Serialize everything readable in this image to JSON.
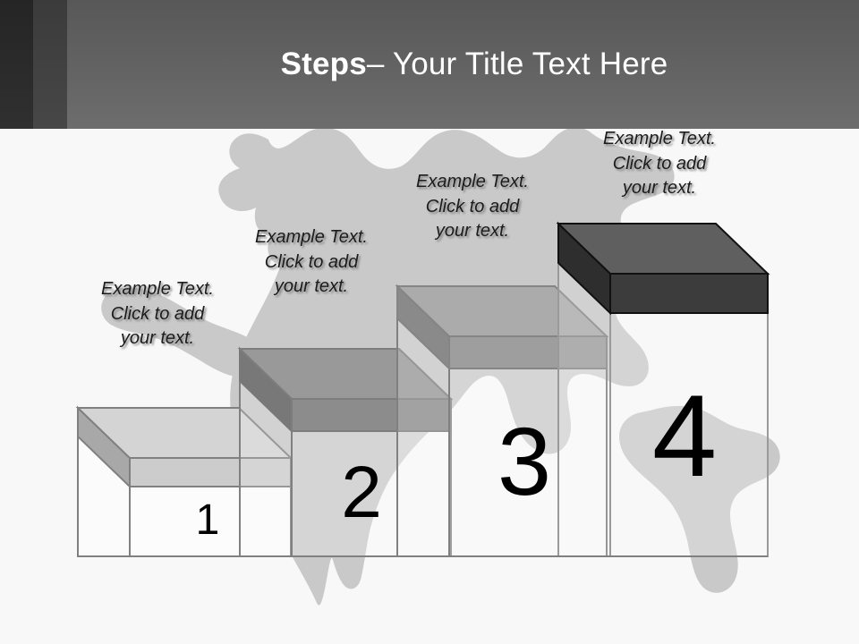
{
  "slide": {
    "title_strong": "Steps",
    "title_rest": " – Your Title Text Here",
    "background_color": "#f8f8f8",
    "header_color": "#616161",
    "title_color": "#ffffff"
  },
  "captions": [
    {
      "text": "Example Text.\nClick  to add\nyour text."
    },
    {
      "text": "Example Text.\nClick  to add\nyour text."
    },
    {
      "text": "Example Text.\nClick  to add\nyour text."
    },
    {
      "text": "Example Text.\nClick  to add\nyour text."
    }
  ],
  "steps": [
    {
      "number": "1",
      "top_color": "#d4d4d4",
      "front_color": "#cccccc",
      "side_color": "#a8a8a8",
      "outline_color": "#808080",
      "riser_color": "#fbfbfb"
    },
    {
      "number": "2",
      "top_color": "#999999",
      "front_color": "#8c8c8c",
      "side_color": "#787878",
      "outline_color": "#787878",
      "riser_color": "#fbfbfb"
    },
    {
      "number": "3",
      "top_color": "#ababab",
      "front_color": "#9e9e9e",
      "side_color": "#8a8a8a",
      "outline_color": "#808080",
      "riser_color": "#fbfbfb"
    },
    {
      "number": "4",
      "top_color": "#5f5f5f",
      "front_color": "#3c3c3c",
      "side_color": "#2e2e2e",
      "outline_color": "#111111",
      "riser_color": "#fbfbfb"
    }
  ],
  "decoration": {
    "map_silhouette_color": "#c9c9c9",
    "map_name": "world-map-silhouette"
  }
}
